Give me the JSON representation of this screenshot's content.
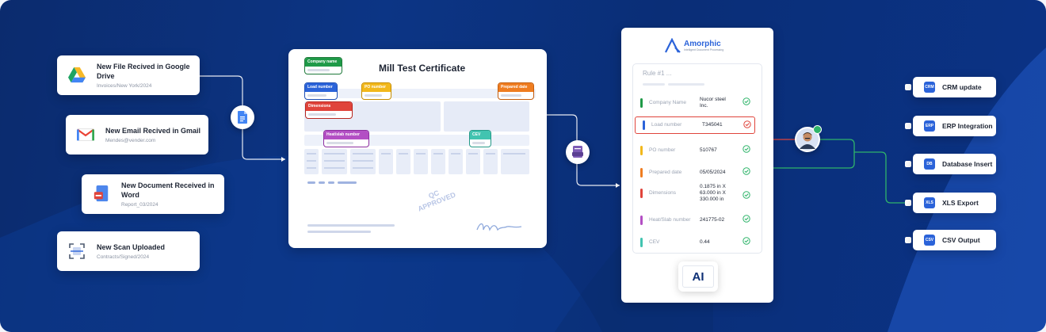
{
  "sources": [
    {
      "title": "New File Recived in Google Drive",
      "subtitle": "Invoices/New York/2024",
      "icon": "google-drive-icon"
    },
    {
      "title": "New Email Recived in Gmail",
      "subtitle": "Mendes@vender.com",
      "icon": "gmail-icon"
    },
    {
      "title": "New Document Received in Word",
      "subtitle": "Report_03/2024",
      "icon": "word-document-icon"
    },
    {
      "title": "New Scan Uploaded",
      "subtitle": "Contracts/Signed/2024",
      "icon": "scan-icon"
    }
  ],
  "certificate": {
    "title": "Mill Test Certificate",
    "tags": {
      "company_name": "Company name",
      "load_number": "Load number",
      "po_number": "PO number",
      "prepared_date": "Prepared date",
      "dimensions": "Dimensions",
      "heat_slab": "Heat/slab number",
      "cev": "CEV"
    },
    "stamp": "QC\nAPPROVED"
  },
  "extraction": {
    "brand": "Amorphic",
    "brand_sub": "Intelligent Document Processing",
    "rule_title": "Rule #1 ...",
    "fields": [
      {
        "label": "Company Name",
        "value": "Nucor steel\nInc.",
        "color": "#1f9a48",
        "status": "ok"
      },
      {
        "label": "Load number",
        "value": "T345041",
        "color": "#2b63d9",
        "status": "error"
      },
      {
        "label": "PO number",
        "value": "510767",
        "color": "#f2b81c",
        "status": "ok"
      },
      {
        "label": "Prepared date",
        "value": "05/05/2024",
        "color": "#ef7d21",
        "status": "ok"
      },
      {
        "label": "Dimensions",
        "value": "0.1875 in X\n63.000 in X\n330.000 in",
        "color": "#e0443b",
        "status": "ok"
      },
      {
        "label": "Heat/Slab number",
        "value": "241775-02",
        "color": "#b34fc4",
        "status": "ok"
      },
      {
        "label": "CEV",
        "value": "0.44",
        "color": "#42c4b0",
        "status": "ok"
      }
    ],
    "ai_label": "AI"
  },
  "outputs": [
    {
      "label": "CRM update",
      "badge": "CRM"
    },
    {
      "label": "ERP Integration",
      "badge": "ERP"
    },
    {
      "label": "Database Insert",
      "badge": "DB"
    },
    {
      "label": "XLS Export",
      "badge": "XLS"
    },
    {
      "label": "CSV Output",
      "badge": "CSV"
    }
  ],
  "colors": {
    "background": "#0c3585",
    "accent_blue": "#2b63d9",
    "error_red": "#e0443b",
    "success_green": "#2fb46a",
    "connector": "#ffffff"
  }
}
